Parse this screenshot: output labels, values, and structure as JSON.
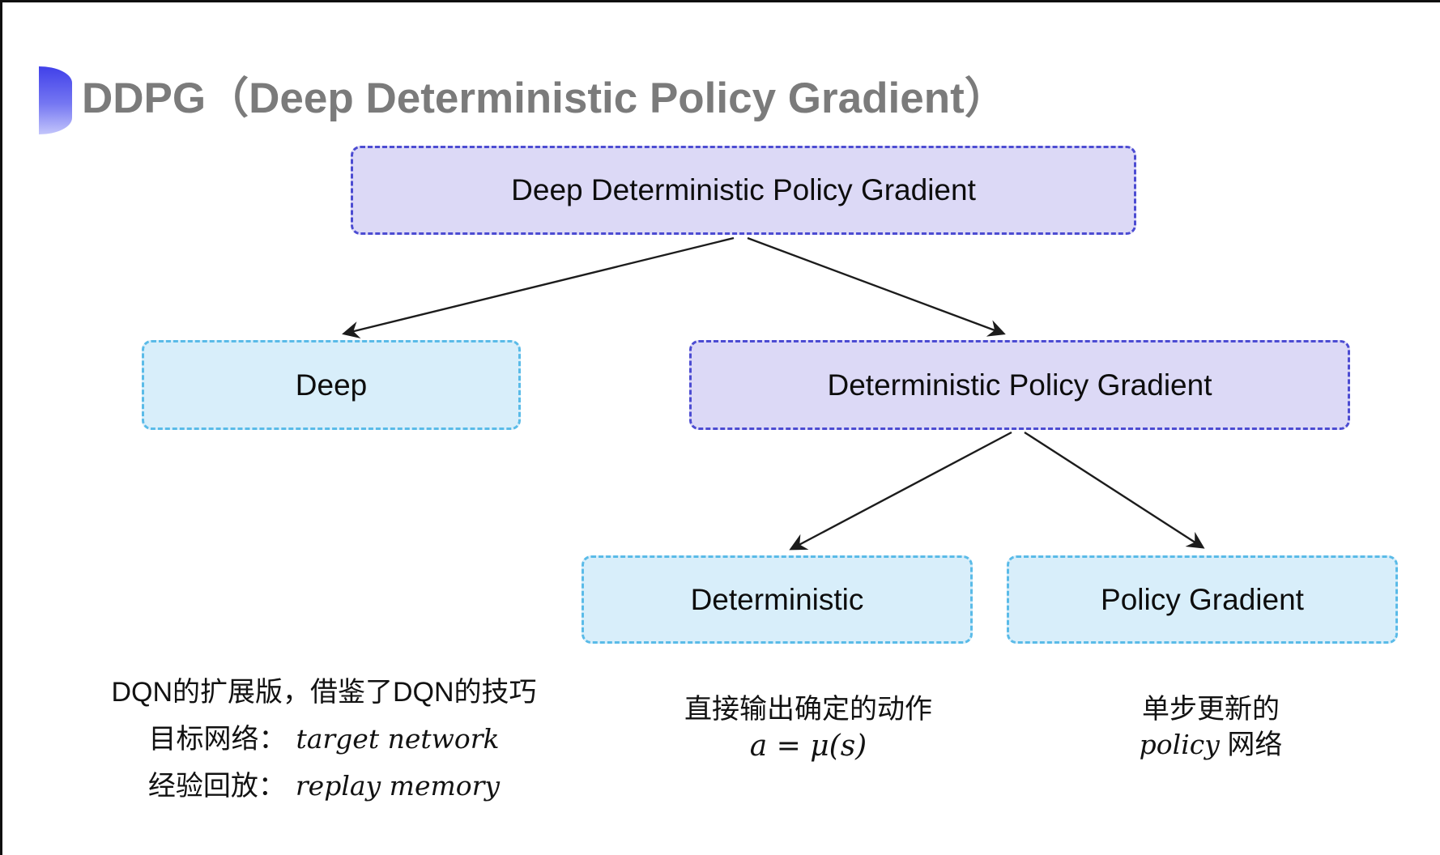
{
  "header": {
    "title": "DDPG（Deep Deterministic Policy Gradient）",
    "bullet_icon": "half-circle-bullet"
  },
  "tree": {
    "root": {
      "label": "Deep Deterministic Policy Gradient"
    },
    "deep": {
      "label": "Deep"
    },
    "dpg": {
      "label": "Deterministic Policy Gradient"
    },
    "deterministic": {
      "label": "Deterministic"
    },
    "policy_gradient": {
      "label": "Policy Gradient"
    }
  },
  "notes": {
    "deep": {
      "line1": "DQN的扩展版，借鉴了DQN的技巧",
      "line2_zh": "目标网络：",
      "line2_en": "target network",
      "line3_zh": "经验回放：",
      "line3_en": "replay memory"
    },
    "deterministic": {
      "line1": "直接输出确定的动作",
      "formula": "a = μ(s)"
    },
    "policy_gradient": {
      "line1": "单步更新的",
      "line2_en": "policy",
      "line2_zh": "网络"
    }
  },
  "colors": {
    "purple_fill": "#dcd9f6",
    "purple_border": "#4c4cd2",
    "blue_fill": "#d8eefa",
    "blue_border": "#5abbe8",
    "title_gray": "#7b7b7b",
    "bullet_gradient_top": "#4040e9",
    "bullet_gradient_bottom": "#c3c5fb",
    "arrow": "#1c1c1c",
    "node_text": "#0d0d0d"
  }
}
